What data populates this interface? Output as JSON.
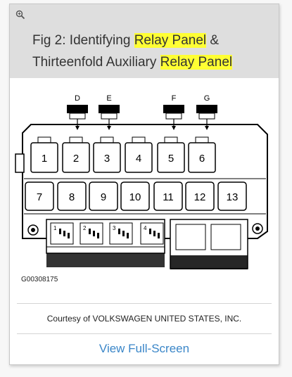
{
  "header": {
    "title_part1": "Fig 2: Identifying ",
    "highlight1": "Relay Panel",
    "title_part2": " & Thirteenfold Auxiliary ",
    "highlight2": "Relay Panel"
  },
  "diagram": {
    "connector_labels": [
      "D",
      "E",
      "F",
      "G"
    ],
    "relay_numbers_top": [
      "1",
      "2",
      "3",
      "4",
      "5",
      "6"
    ],
    "relay_numbers_bottom": [
      "7",
      "8",
      "9",
      "10",
      "11",
      "12",
      "13"
    ],
    "fuse_labels": [
      "1",
      "2",
      "3",
      "4"
    ],
    "figure_id": "G00308175"
  },
  "footer": {
    "credit": "Courtesy of VOLKSWAGEN UNITED STATES, INC.",
    "fullscreen_label": "View Full-Screen"
  },
  "colors": {
    "highlight": "#ffff33",
    "link": "#3a86c8",
    "header_bg": "#dedede"
  }
}
